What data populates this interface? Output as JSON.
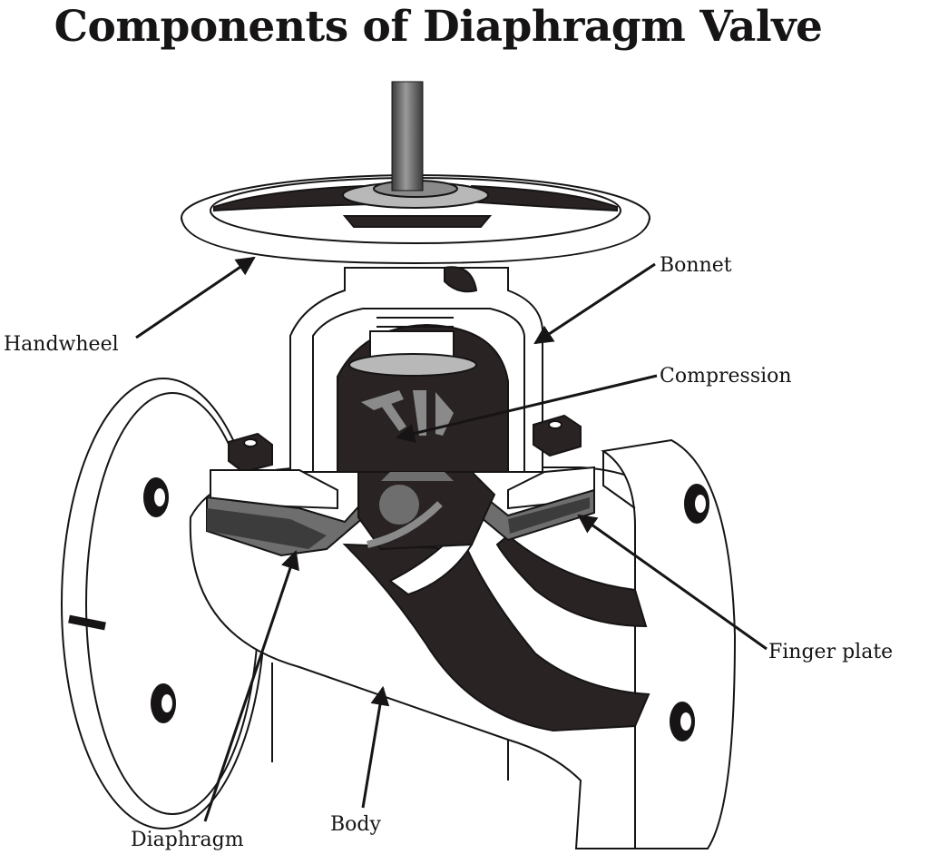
{
  "title": "Components of Diaphragm Valve",
  "labels": {
    "handwheel": "Handwheel",
    "bonnet": "Bonnet",
    "compression": "Compression",
    "finger_plate": "Finger plate",
    "diaphragm": "Diaphragm",
    "body": "Body"
  },
  "colors": {
    "ink": "#161414",
    "dark_fill": "#2a2323",
    "mid_gray": "#6e6e6e",
    "light_gray": "#b8b8b8",
    "background": "#ffffff"
  }
}
